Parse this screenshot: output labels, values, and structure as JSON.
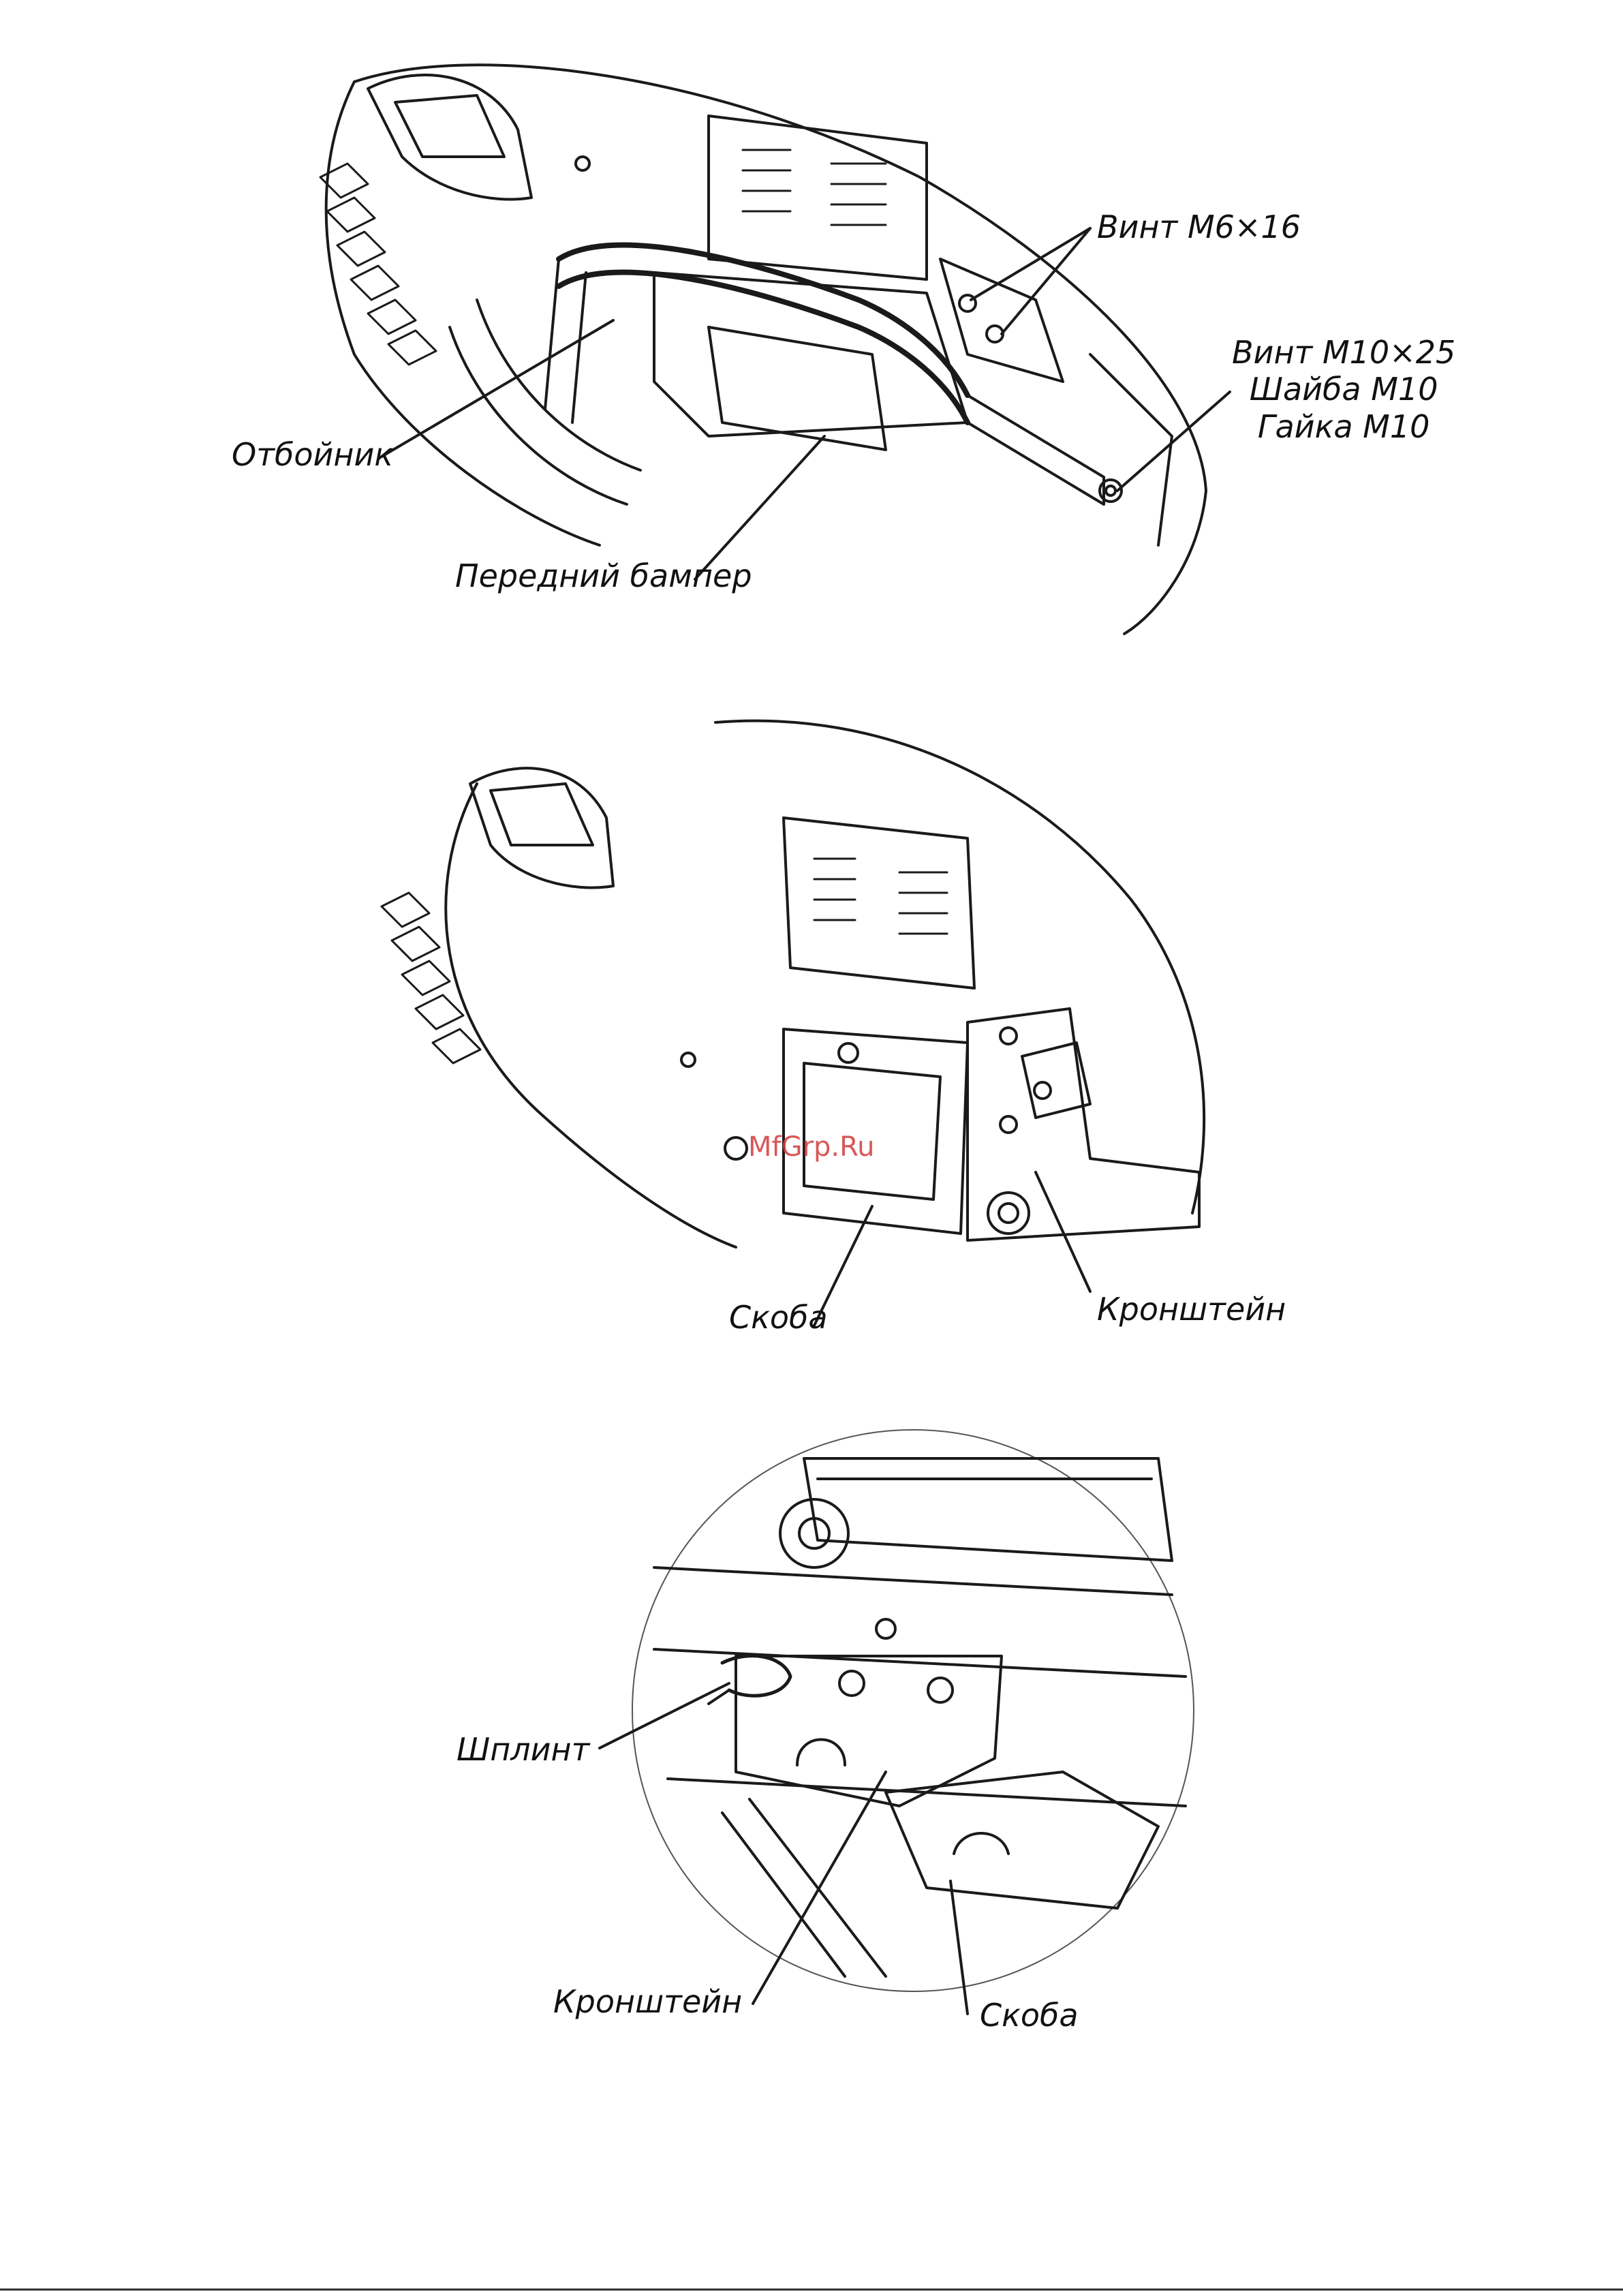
{
  "figure1": {
    "labels": {
      "vint_m6": "Винт М6×16",
      "vint_m10": "Винт М10×25",
      "shaiba": "Шайба М10",
      "gaika": "Гайка М10",
      "otboinik": "Отбойник",
      "bamper": "Передний бампер"
    }
  },
  "figure2": {
    "labels": {
      "skoba": "Скоба",
      "kronshtein": "Кронштейн"
    }
  },
  "figure3": {
    "labels": {
      "shplint": "Шплинт",
      "kronshtein": "Кронштейн",
      "skoba": "Скоба"
    }
  },
  "watermark": "MfGrp.Ru"
}
